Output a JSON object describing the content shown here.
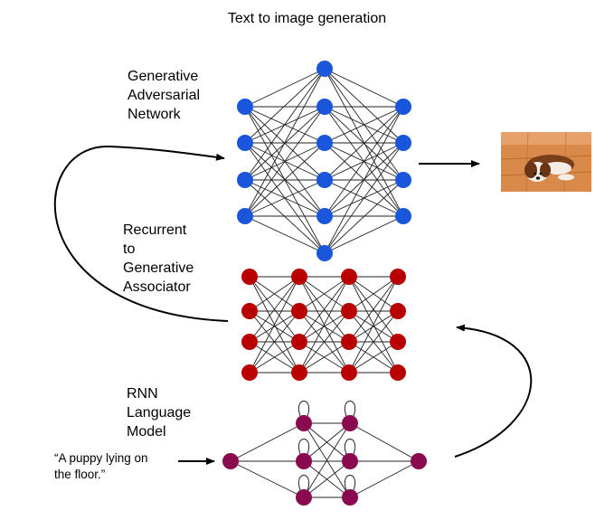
{
  "title": "Text to image generation",
  "gan": {
    "label": "Generative\nAdversarial\nNetwork",
    "color": "#1a56db"
  },
  "rga": {
    "label": "Recurrent\nto\nGenerative\nAssociator",
    "color": "#b80000"
  },
  "rnn": {
    "label": "RNN\nLanguage\nModel",
    "color": "#8a0a50"
  },
  "input_text": "“A puppy lying on\nthe floor.”",
  "output_image": "puppy-photo"
}
